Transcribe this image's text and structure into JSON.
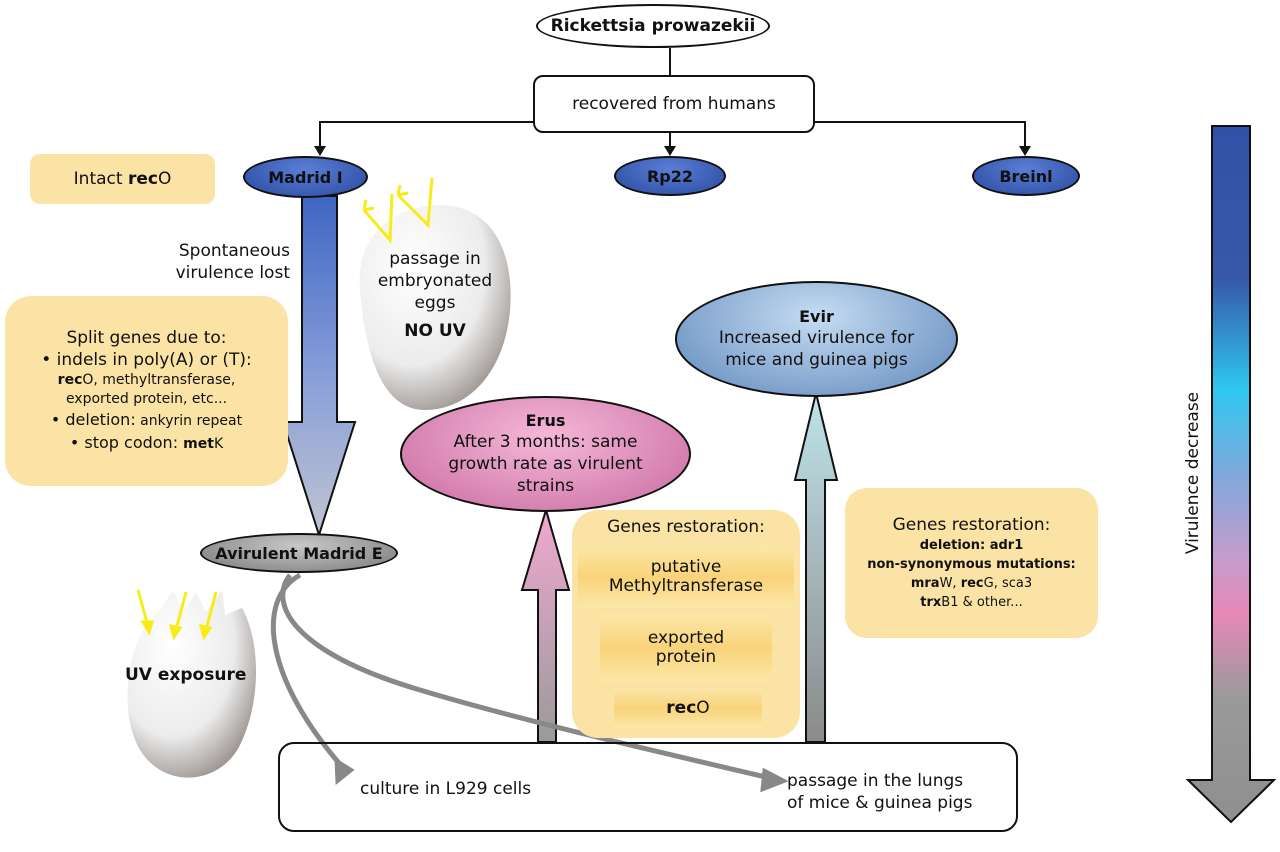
{
  "root": {
    "label": "Rickettsia prowazekii"
  },
  "origin": {
    "label": "recovered from humans"
  },
  "strains": [
    {
      "label": "Madrid I"
    },
    {
      "label": "Rp22"
    },
    {
      "label": "Breinl"
    }
  ],
  "intact_note": {
    "prefix": "Intact ",
    "gene": "rec",
    "suffix": "O"
  },
  "spontaneous": {
    "line1": "Spontaneous",
    "line2": "virulence lost"
  },
  "split_genes": {
    "title": "Split genes due to:",
    "line1": "• indels in poly(A) or (T):",
    "line2_gene": "rec",
    "line2_rest": "O, methyltransferase,",
    "line3": "exported protein, etc...",
    "line4_label": "• deletion:",
    "line4_value": " ankyrin repeat",
    "line5_label": "• stop codon: ",
    "line5_gene": "met",
    "line5_suffix": "K"
  },
  "egg_no_uv": {
    "line1": "passage in",
    "line2": "embryonated",
    "line3": "eggs",
    "line4": "NO UV"
  },
  "avirulent": {
    "label": "Avirulent Madrid E"
  },
  "egg_uv": {
    "label": "UV exposure"
  },
  "erus": {
    "title": "Erus",
    "line1": "After 3 months: same",
    "line2": "growth rate as virulent",
    "line3": "strains"
  },
  "evir": {
    "title": "Evir",
    "line1": "Increased virulence for",
    "line2": "mice and guinea pigs"
  },
  "restoration_erus": {
    "title": "Genes restoration:",
    "gene1_line1": "putative",
    "gene1_line2": "Methyltransferase",
    "gene2_line1": "exported",
    "gene2_line2": "protein",
    "gene3_gene": "rec",
    "gene3_suffix": "O"
  },
  "restoration_evir": {
    "title": "Genes restoration:",
    "line1": "deletion: adr1",
    "line2": "non-synonymous mutations:",
    "line3_a": "mra",
    "line3_b": "W, ",
    "line3_c": "rec",
    "line3_d": "G, sca3",
    "line4_a": "trx",
    "line4_b": "B1 & other..."
  },
  "culture": {
    "l929": "culture in L929 cells",
    "lungs_line1": "passage in the lungs",
    "lungs_line2": "of mice & guinea pigs"
  },
  "scale": {
    "label": "Virulence decrease"
  },
  "colors": {
    "strain_blue": "#2d4fa8",
    "note_yellow": "#fbe3a6",
    "erus_pink": "#e8a3c9",
    "evir_blue": "#8fb4de",
    "avirulent_gray": "#9a9a9a",
    "uv_yellow": "#ffee00"
  }
}
